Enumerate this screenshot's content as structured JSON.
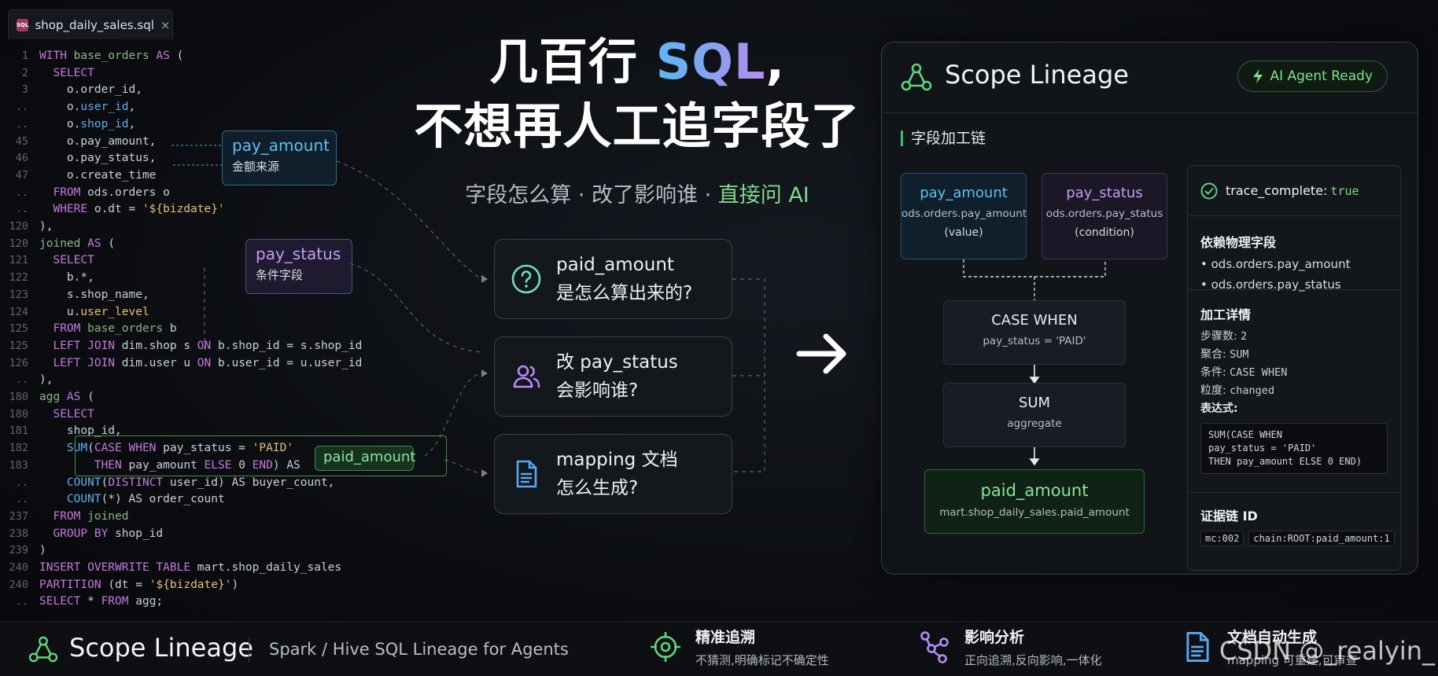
{
  "editor": {
    "tab_name": "shop_daily_sales.sql",
    "tab_badge": "SQL",
    "close_glyph": "×",
    "lines": [
      {
        "n": "1",
        "segs": [
          [
            "kw",
            "WITH "
          ],
          [
            "tb",
            "base_orders"
          ],
          [
            "kw",
            " AS "
          ],
          [
            "tx",
            "("
          ]
        ]
      },
      {
        "n": "2",
        "segs": [
          [
            "kw",
            "  SELECT"
          ]
        ]
      },
      {
        "n": "3",
        "segs": [
          [
            "tx",
            "    o.order_id,"
          ]
        ]
      },
      {
        "n": "..",
        "segs": [
          [
            "tx",
            "    o."
          ],
          [
            "fn",
            "user_id"
          ],
          [
            "tx",
            ","
          ]
        ]
      },
      {
        "n": "..",
        "segs": [
          [
            "tx",
            "    o."
          ],
          [
            "fn",
            "shop_id"
          ],
          [
            "tx",
            ","
          ]
        ]
      },
      {
        "n": "45",
        "segs": [
          [
            "tx",
            "    o.pay_amount,"
          ]
        ]
      },
      {
        "n": "46",
        "segs": [
          [
            "tx",
            "    o.pay_status,"
          ]
        ]
      },
      {
        "n": "47",
        "segs": [
          [
            "tx",
            "    o.create_time"
          ]
        ]
      },
      {
        "n": "..",
        "segs": [
          [
            "kw",
            "  FROM "
          ],
          [
            "tx",
            "ods.orders o"
          ]
        ]
      },
      {
        "n": "..",
        "segs": [
          [
            "kw",
            "  WHERE "
          ],
          [
            "tx",
            "o.dt = "
          ],
          [
            "st",
            "'${bizdate}'"
          ]
        ]
      },
      {
        "n": "120",
        "segs": [
          [
            "tx",
            "),"
          ]
        ]
      },
      {
        "n": "120",
        "segs": [
          [
            "tb",
            "joined"
          ],
          [
            "kw",
            " AS "
          ],
          [
            "tx",
            "("
          ]
        ]
      },
      {
        "n": "121",
        "segs": [
          [
            "kw",
            "  SELECT"
          ]
        ]
      },
      {
        "n": "122",
        "segs": [
          [
            "tx",
            "    b.*,"
          ]
        ]
      },
      {
        "n": "123",
        "segs": [
          [
            "tx",
            "    s.shop_name,"
          ]
        ]
      },
      {
        "n": "124",
        "segs": [
          [
            "tx",
            "    u."
          ],
          [
            "st",
            "user_level"
          ]
        ]
      },
      {
        "n": "125",
        "segs": [
          [
            "kw",
            "  FROM "
          ],
          [
            "tb",
            "base_orders"
          ],
          [
            "tx",
            " b"
          ]
        ]
      },
      {
        "n": "125",
        "segs": [
          [
            "kw",
            "  LEFT JOIN "
          ],
          [
            "tx",
            "dim.shop s "
          ],
          [
            "kw",
            "ON "
          ],
          [
            "tx",
            "b.shop_id = s.shop_id"
          ]
        ]
      },
      {
        "n": "126",
        "segs": [
          [
            "kw",
            "  LEFT JOIN "
          ],
          [
            "tx",
            "dim.user u "
          ],
          [
            "kw",
            "ON "
          ],
          [
            "tx",
            "b.user_id = u.user_id"
          ]
        ]
      },
      {
        "n": "..",
        "segs": [
          [
            "tx",
            "),"
          ]
        ]
      },
      {
        "n": "180",
        "segs": [
          [
            "tb",
            "agg"
          ],
          [
            "kw",
            " AS "
          ],
          [
            "tx",
            "("
          ]
        ]
      },
      {
        "n": "180",
        "segs": [
          [
            "kw",
            "  SELECT"
          ]
        ]
      },
      {
        "n": "181",
        "segs": [
          [
            "tx",
            "    shop_id,"
          ]
        ]
      },
      {
        "n": "182",
        "segs": [
          [
            "fn",
            "    SUM"
          ],
          [
            "tx",
            "("
          ],
          [
            "kw",
            "CASE WHEN "
          ],
          [
            "tx",
            "pay_status = "
          ],
          [
            "st",
            "'PAID'"
          ]
        ]
      },
      {
        "n": "183",
        "segs": [
          [
            "kw",
            "        THEN "
          ],
          [
            "tx",
            "pay_amount "
          ],
          [
            "kw",
            "ELSE "
          ],
          [
            "tx",
            "0 "
          ],
          [
            "kw",
            "END"
          ],
          [
            "tx",
            ") AS"
          ]
        ]
      },
      {
        "n": "..",
        "segs": [
          [
            "fn",
            "    COUNT"
          ],
          [
            "tx",
            "("
          ],
          [
            "kw",
            "DISTINCT "
          ],
          [
            "tx",
            "user_id) AS buyer_count,"
          ]
        ]
      },
      {
        "n": "..",
        "segs": [
          [
            "fn",
            "    COUNT"
          ],
          [
            "tx",
            "(*) AS order_count"
          ]
        ]
      },
      {
        "n": "237",
        "segs": [
          [
            "kw",
            "  FROM "
          ],
          [
            "tb",
            "joined"
          ]
        ]
      },
      {
        "n": "238",
        "segs": [
          [
            "kw",
            "  GROUP BY "
          ],
          [
            "tx",
            "shop_id"
          ]
        ]
      },
      {
        "n": "239",
        "segs": [
          [
            "tx",
            ")"
          ]
        ]
      },
      {
        "n": "240",
        "segs": [
          [
            "kw",
            "INSERT OVERWRITE TABLE "
          ],
          [
            "tx",
            "mart.shop_daily_sales"
          ]
        ]
      },
      {
        "n": "240",
        "segs": [
          [
            "kw",
            "PARTITION "
          ],
          [
            "tx",
            "(dt = "
          ],
          [
            "st",
            "'${bizdate}'"
          ],
          [
            "tx",
            ")"
          ]
        ]
      },
      {
        "n": "..",
        "segs": [
          [
            "kw",
            "SELECT "
          ],
          [
            "tx",
            "* "
          ],
          [
            "kw",
            "FROM "
          ],
          [
            "tx",
            "agg;"
          ]
        ]
      }
    ],
    "callout_pay_amount": {
      "title": "pay_amount",
      "sub": "金额来源"
    },
    "callout_pay_status": {
      "title": "pay_status",
      "sub": "条件字段"
    },
    "callout_paid_amount": {
      "title": "paid_amount"
    }
  },
  "headline": {
    "line1_pre": "几百行 ",
    "line1_sql": "SQL",
    "line1_post": ",",
    "line2": "不想再人工追字段了",
    "sub_pre": "字段怎么算 · 改了影响谁 · ",
    "sub_highlight": "直接问 AI"
  },
  "questions": [
    {
      "icon": "question-icon",
      "l1": "paid_amount",
      "l2": "是怎么算出来的?"
    },
    {
      "icon": "users-icon",
      "l1": "改 pay_status",
      "l2": "会影响谁?"
    },
    {
      "icon": "document-icon",
      "l1": "mapping 文档",
      "l2": "怎么生成?"
    }
  ],
  "panel": {
    "title": "Scope Lineage",
    "badge": "AI Agent Ready",
    "chain_label": "字段加工链",
    "node_pay_amount": {
      "title": "pay_amount",
      "src": "ods.orders.pay_amount",
      "role": "(value)"
    },
    "node_pay_status": {
      "title": "pay_status",
      "src": "ods.orders.pay_status",
      "role": "(condition)"
    },
    "node_case": {
      "title": "CASE WHEN",
      "sub": "pay_status = 'PAID'"
    },
    "node_sum": {
      "title": "SUM",
      "sub": "aggregate"
    },
    "node_out": {
      "title": "paid_amount",
      "sub": "mart.shop_daily_sales.paid_amount"
    },
    "info": {
      "trace_key": "trace_complete: ",
      "trace_val": "true",
      "deps_title": "依赖物理字段",
      "deps": [
        "ods.orders.pay_amount",
        "ods.orders.pay_status"
      ],
      "detail_title": "加工详情",
      "details": [
        {
          "k": "步骤数: ",
          "v": "2"
        },
        {
          "k": "聚合: ",
          "v": "SUM"
        },
        {
          "k": "条件: ",
          "v": "CASE WHEN"
        },
        {
          "k": "粒度: ",
          "v": "changed"
        }
      ],
      "expr_label": "表达式:",
      "expr": "SUM(CASE WHEN\npay_status = 'PAID'\nTHEN pay_amount ELSE 0 END)",
      "evidence_title": "证据链 ID",
      "evidence": [
        "mc:002",
        "chain:ROOT:paid_amount:1"
      ]
    }
  },
  "footer": {
    "brand": "Scope Lineage",
    "tagline": "Spark / Hive SQL Lineage for Agents",
    "features": [
      {
        "icon": "target-icon",
        "title": "精准追溯",
        "sub": "不猜测,明确标记不确定性"
      },
      {
        "icon": "graph-icon",
        "title": "影响分析",
        "sub": "正向追溯,反向影响,一体化"
      },
      {
        "icon": "document-icon",
        "title": "文档自动生成",
        "sub": "mapping 可重建,可审查"
      }
    ],
    "watermark": "CSDN @_realyin_"
  },
  "colors": {
    "accent_green": "#7fd88a",
    "accent_blue": "#5cc3f0",
    "accent_purple": "#c59cf5"
  }
}
